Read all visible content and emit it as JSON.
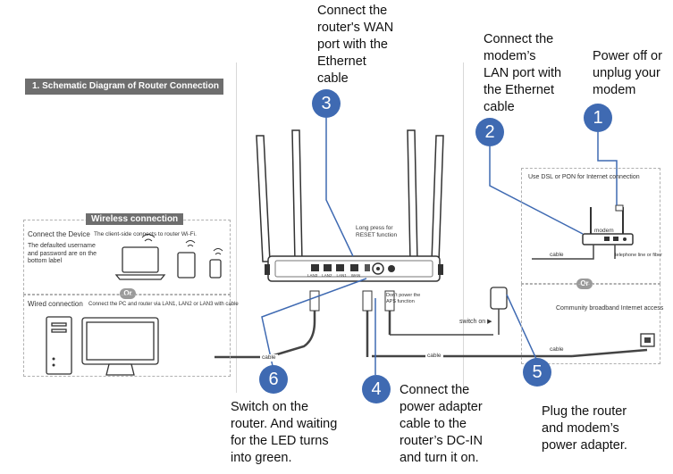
{
  "section_title": "1. Schematic Diagram of Router Connection",
  "callouts": {
    "c1": {
      "number": "1",
      "text": "Power off or\nunplug your\nmodem"
    },
    "c2": {
      "number": "2",
      "text": "Connect the\nmodem’s\nLAN port with\nthe Ethernet\ncable"
    },
    "c3": {
      "number": "3",
      "text": "Connect the\nrouter's WAN\nport with the\nEthernet\ncable"
    },
    "c4": {
      "number": "4",
      "text": "Connect the\npower adapter\ncable to the\nrouter’s DC-IN\nand turn it on."
    },
    "c5": {
      "number": "5",
      "text": "Plug the router\nand modem’s\npower adapter."
    },
    "c6": {
      "number": "6",
      "text": "Switch on the\nrouter. And waiting\nfor the LED turns\ninto green."
    }
  },
  "left_panel": {
    "wireless_label": "Wireless connection",
    "connect_device_title": "Connect the Device",
    "connect_device_desc": "The client-side connects to router Wi-Fi.",
    "default_credentials": "The defaulted username\nand password are on the\nbottom label",
    "or_label": "Or",
    "wired_title": "Wired connection",
    "wired_desc": "Connect the PC and router via LAN1, LAN2 or LAN3 with cable"
  },
  "router": {
    "reset_note": "Long press for\nRESET function",
    "port_labels": [
      "LAN3",
      "LAN2",
      "LAN1",
      "WAN"
    ],
    "dc_note": "Don't power the\nAPS function"
  },
  "right_panel": {
    "internet_title": "Use DSL or PON for Internet connection",
    "modem_label": "modem",
    "telephone_label": "telephone line or fiber",
    "cable_label": "cable",
    "or_label": "Or",
    "broadband_label": "Community broadband Internet access",
    "cable_label_2": "cable"
  },
  "wires": {
    "switch_on": "switch on ▶",
    "cable_left": "cable",
    "cable_bottom": "cable"
  },
  "colors": {
    "badge": "#3f6ab2",
    "title_bar": "#6e6e6e",
    "wire": "#444444"
  }
}
